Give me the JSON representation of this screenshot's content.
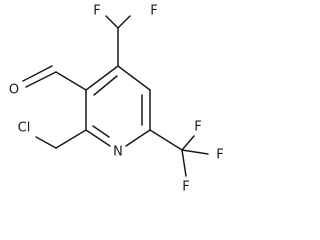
{
  "atoms": {
    "f_top_left": "F",
    "f_top_right": "F",
    "o_aldehyde": "O",
    "cl": "Cl",
    "n_ring": "N",
    "f_cf3_upper": "F",
    "f_cf3_right": "F",
    "f_cf3_lower": "F"
  }
}
